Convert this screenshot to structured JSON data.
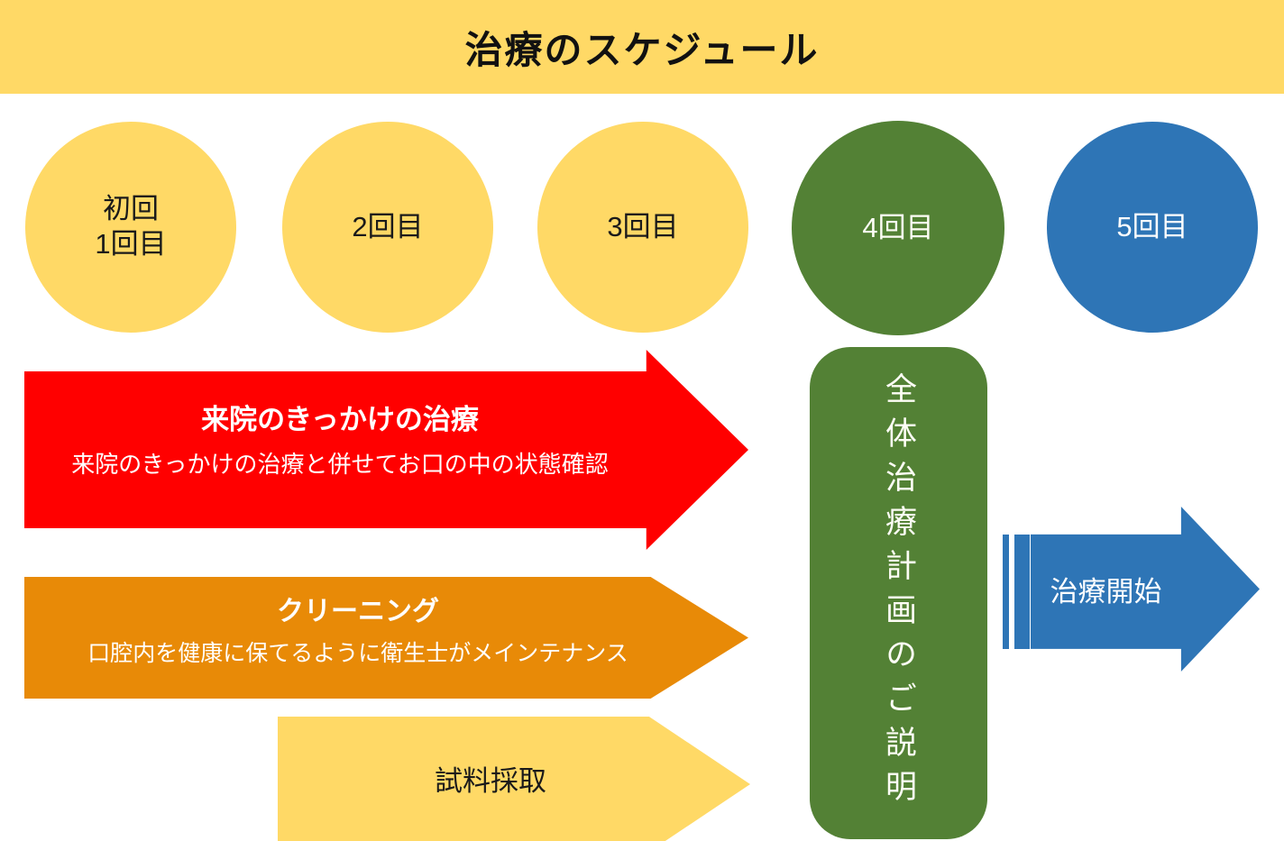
{
  "title": "治療のスケジュール",
  "steps": [
    {
      "label": "初回\n1回目"
    },
    {
      "label": "2回目"
    },
    {
      "label": "3回目"
    },
    {
      "label": "4回目"
    },
    {
      "label": "5回目"
    }
  ],
  "arrows": {
    "treatment": {
      "title": "来院のきっかけの治療",
      "subtitle": "来院のきっかけの治療と併せてお口の中の状態確認"
    },
    "cleaning": {
      "title": "クリーニング",
      "subtitle": "口腔内を健康に保てるように衛生士がメインテナンス"
    },
    "sampling": {
      "label": "試料採取"
    },
    "start": {
      "label": "治療開始"
    }
  },
  "plan_panel": {
    "label": "全体治療計画のご説明"
  },
  "colors": {
    "banner_yellow": "#FFD966",
    "circle_yellow": "#FFD966",
    "red": "#FF0000",
    "orange": "#E88A07",
    "green": "#538135",
    "blue": "#2E75B6",
    "text_dark": "#1A1A1A",
    "text_light": "#FFFFFF"
  }
}
